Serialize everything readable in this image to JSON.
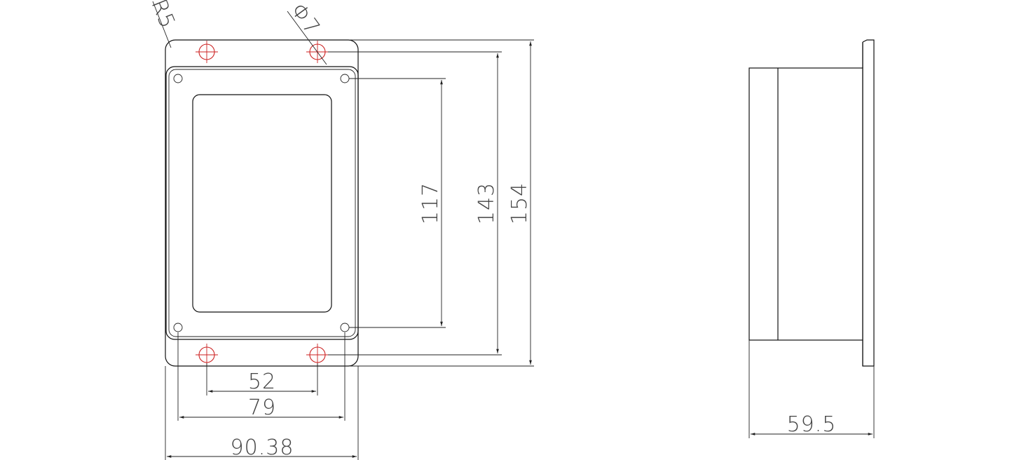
{
  "drawing": {
    "dims": {
      "radius": "R5",
      "hole_diameter": "Φ7",
      "height_inner_holes": "117",
      "height_outer_holes": "143",
      "height_total": "154",
      "width_outer_holes": "52",
      "width_inner_holes": "79",
      "width_total": "90.38",
      "depth": "59.5"
    },
    "colors": {
      "lines": "#111111",
      "holes": "#cc2222",
      "text": "#444444"
    }
  }
}
